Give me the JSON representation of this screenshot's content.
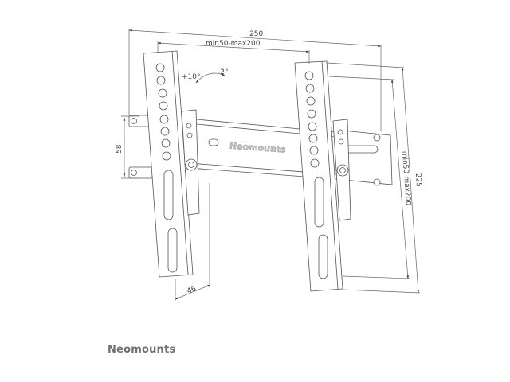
{
  "figure": {
    "type": "product dimension drawing",
    "subject": "tilting TV wall mount"
  },
  "dimensions": {
    "overall_width": "250",
    "bracket_spacing_horizontal": "min50-max200",
    "overall_height": "225",
    "bracket_spacing_vertical": "min50-max200",
    "wall_plate_height": "58",
    "wall_distance": "46",
    "tilt_up": "+10°",
    "tilt_down": "-2°"
  },
  "etched_brand": "Neomounts",
  "footer": {
    "brand_logo": "Neomounts"
  },
  "colors": {
    "line": "#555555",
    "dim_line": "#666666",
    "text": "#444444",
    "logo": "#707070"
  }
}
